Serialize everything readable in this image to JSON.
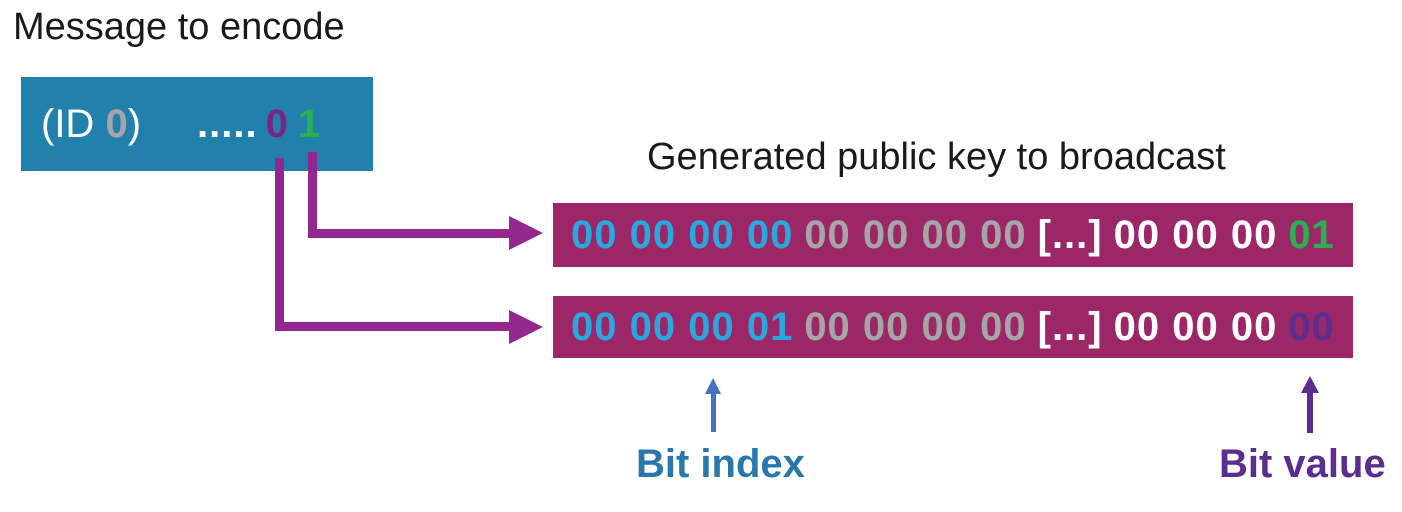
{
  "titles": {
    "message": "Message to encode",
    "public_key": "Generated public key to broadcast"
  },
  "message_box": {
    "prefix": "(ID ",
    "id_digit": "0",
    "close_paren": ")",
    "dots": ".....",
    "bit_left": "0",
    "bit_right": "1"
  },
  "bars": [
    {
      "segments": [
        {
          "text": "00 00 00 00",
          "color": "hex_blue"
        },
        {
          "text": "00 00 00 00",
          "color": "hex_gray"
        },
        {
          "text": "[...]",
          "color": "hex_white"
        },
        {
          "text": "00 00 00",
          "color": "hex_white"
        },
        {
          "text": "01",
          "color": "bit_green"
        }
      ]
    },
    {
      "segments": [
        {
          "text": "00 00 00 01",
          "color": "hex_blue"
        },
        {
          "text": "00 00 00 00",
          "color": "hex_gray"
        },
        {
          "text": "[...]",
          "color": "hex_white"
        },
        {
          "text": "00 00 00",
          "color": "hex_white"
        },
        {
          "text": "00",
          "color": "value_purple"
        }
      ]
    }
  ],
  "annotations": {
    "bit_index": "Bit index",
    "bit_value": "Bit value"
  },
  "colors": {
    "message_box_bg": "#2280ad",
    "bar_bg": "#9c2768",
    "arrow_purple": "#93278f",
    "hex_blue": "#29a8e0",
    "hex_gray": "#a6a6a6",
    "hex_white": "#ffffff",
    "bit_green": "#2bb04f",
    "bit_purple": "#7b2483",
    "value_purple": "#5b2d8e",
    "index_blue": "#2878ae",
    "up_arrow_blue": "#4472c4",
    "id_gray": "#a6a6a6",
    "heading_black": "#1a1a1a",
    "box_text_white": "#ffffff"
  }
}
